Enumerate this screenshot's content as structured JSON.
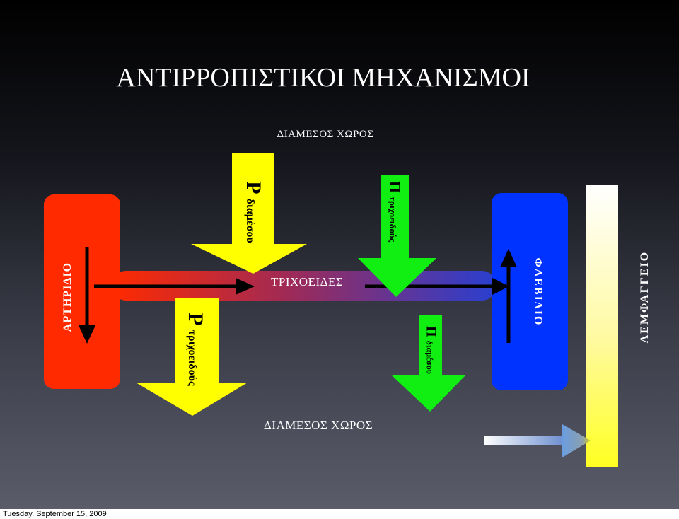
{
  "title": "ΑΝΤΙΡΡΟΠΙΣΤΙΚΟΙ ΜΗΧΑΝΙΣΜΟΙ",
  "interstitial_top": "ΔΙΑΜΕΣΟΣ ΧΩΡΟΣ",
  "interstitial_bottom": "ΔΙΑΜΕΣΟΣ ΧΩΡΟΣ",
  "capillary": "ΤΡΙΧΟΕΙΔΕΣ",
  "artery": "ΑΡΤΗΡΙΔΙΟ",
  "vein": "ΦΛΕΒΙΔΙΟ",
  "lymph": "ΛΕΜΦΑΓΓΕΙΟ",
  "forces": {
    "p_interstitial": {
      "symbol": "P",
      "label": "διαμέσου"
    },
    "p_capillary": {
      "symbol": "P",
      "label": "τριχοειδούς"
    },
    "pi_capillary": {
      "symbol": "Π",
      "label": "τριχοειδούς"
    },
    "pi_interstitial": {
      "symbol": "Π",
      "label": "διαμέσου"
    }
  },
  "colors": {
    "artery": "#ff2a00",
    "vein": "#0033ff",
    "hydrostatic_arrow": "#ffff00",
    "oncotic_arrow": "#11ee11",
    "lymph_top": "#ffffff",
    "lymph_bottom": "#ffff22"
  },
  "footer": "Tuesday, September 15, 2009"
}
